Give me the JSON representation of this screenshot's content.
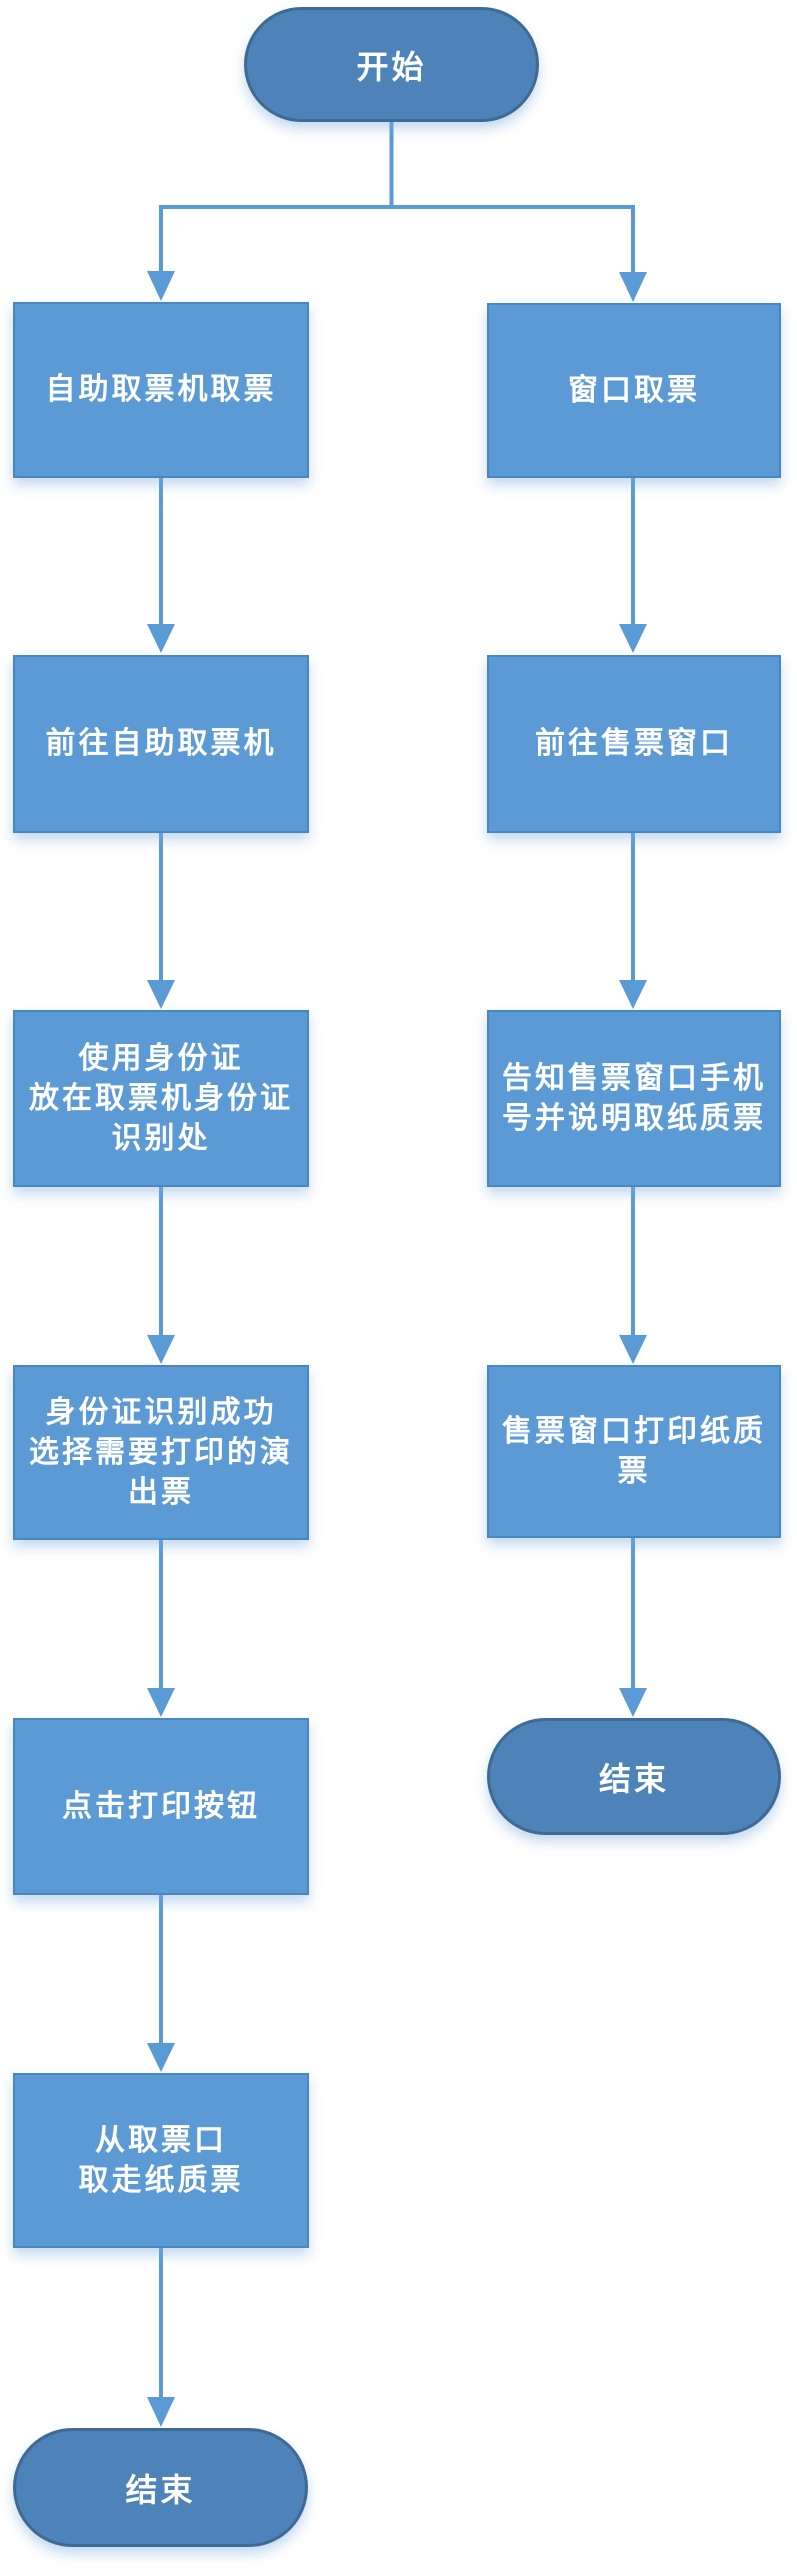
{
  "diagram": {
    "type": "flowchart",
    "background": "#FFFFFF",
    "colors": {
      "process_fill": "#5B9AD5",
      "process_border": "#4A86C2",
      "terminator_fill": "#4D83B8",
      "terminator_border": "#3E6A94",
      "connector": "#5B9BD5",
      "label_text": "#FFFFFF"
    },
    "nodes": {
      "start": {
        "shape": "terminator",
        "label": "开始"
      },
      "left_1": {
        "shape": "process",
        "label": "自助取票机取票"
      },
      "left_2": {
        "shape": "process",
        "label": "前往自助取票机"
      },
      "left_3": {
        "shape": "process",
        "label": "使用身份证\n放在取票机身份证\n识别处"
      },
      "left_4": {
        "shape": "process",
        "label": "身份证识别成功\n选择需要打印的演\n出票"
      },
      "left_5": {
        "shape": "process",
        "label": "点击打印按钮"
      },
      "left_6": {
        "shape": "process",
        "label": "从取票口\n取走纸质票"
      },
      "left_end": {
        "shape": "terminator",
        "label": "结束"
      },
      "right_1": {
        "shape": "process",
        "label": "窗口取票"
      },
      "right_2": {
        "shape": "process",
        "label": "前往售票窗口"
      },
      "right_3": {
        "shape": "process",
        "label": "告知售票窗口手机\n号并说明取纸质票"
      },
      "right_4": {
        "shape": "process",
        "label": "售票窗口打印纸质\n票"
      },
      "right_end": {
        "shape": "terminator",
        "label": "结束"
      }
    },
    "edges": [
      {
        "from": "start",
        "to": "left_1"
      },
      {
        "from": "start",
        "to": "right_1"
      },
      {
        "from": "left_1",
        "to": "left_2"
      },
      {
        "from": "left_2",
        "to": "left_3"
      },
      {
        "from": "left_3",
        "to": "left_4"
      },
      {
        "from": "left_4",
        "to": "left_5"
      },
      {
        "from": "left_5",
        "to": "left_6"
      },
      {
        "from": "left_6",
        "to": "left_end"
      },
      {
        "from": "right_1",
        "to": "right_2"
      },
      {
        "from": "right_2",
        "to": "right_3"
      },
      {
        "from": "right_3",
        "to": "right_4"
      },
      {
        "from": "right_4",
        "to": "right_end"
      }
    ]
  }
}
